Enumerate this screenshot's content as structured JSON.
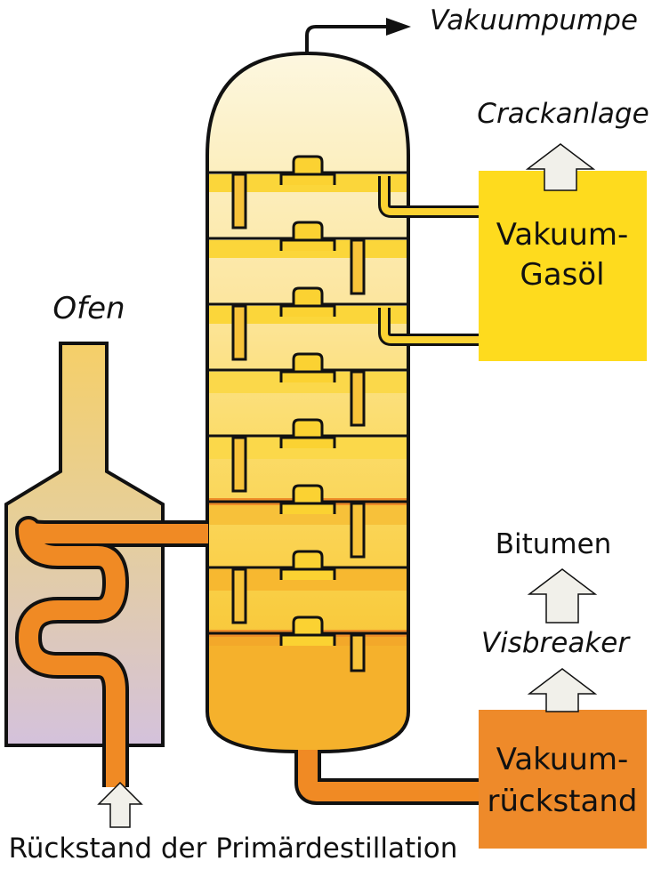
{
  "labels": {
    "vacuum_pump": "Vakuumpumpe",
    "cracker": "Crackanlage",
    "gasoil_line1": "Vakuum-",
    "gasoil_line2": "Gasöl",
    "furnace": "Ofen",
    "bitumen": "Bitumen",
    "visbreaker": "Visbreaker",
    "residue_line1": "Vakuum-",
    "residue_line2": "rückstand",
    "feed": "Rückstand der Primärdestillation"
  },
  "colors": {
    "outline": "#111111",
    "pipe_orange": "#f08a24",
    "gasoil_yellow": "#fedb1e",
    "residue_orange": "#ee8a2a",
    "tray_yellow": "#fbd232",
    "tower_top": "#fdf6dc",
    "tower_bottom": "#f5b62a",
    "furnace_top": "#f3cf6e",
    "furnace_bottom": "#d6c2d8",
    "arrow_fill": "#f1f0ea"
  }
}
